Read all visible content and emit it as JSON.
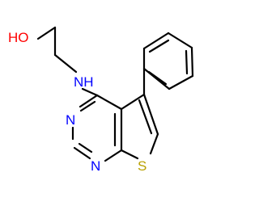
{
  "molecule": {
    "atom_labels": {
      "hydroxyl": "HO",
      "amine": "NH",
      "pyrimidine_n1": "N",
      "pyrimidine_n3": "N",
      "thiophene_s": "S"
    },
    "colors": {
      "bond": "#000000",
      "carbon_text": "#000000",
      "nitrogen": "#0000FF",
      "oxygen": "#FF0000",
      "sulfur": "#B8A000"
    }
  }
}
